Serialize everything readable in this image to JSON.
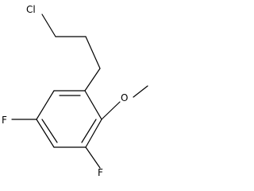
{
  "molecule": {
    "atom_labels": {
      "chlorine": "Cl",
      "oxygen": "O",
      "fluorine_left": "F",
      "fluorine_bottom": "F"
    }
  },
  "colors": {
    "bond": "#000000",
    "label": "#000000",
    "background": "#ffffff"
  }
}
